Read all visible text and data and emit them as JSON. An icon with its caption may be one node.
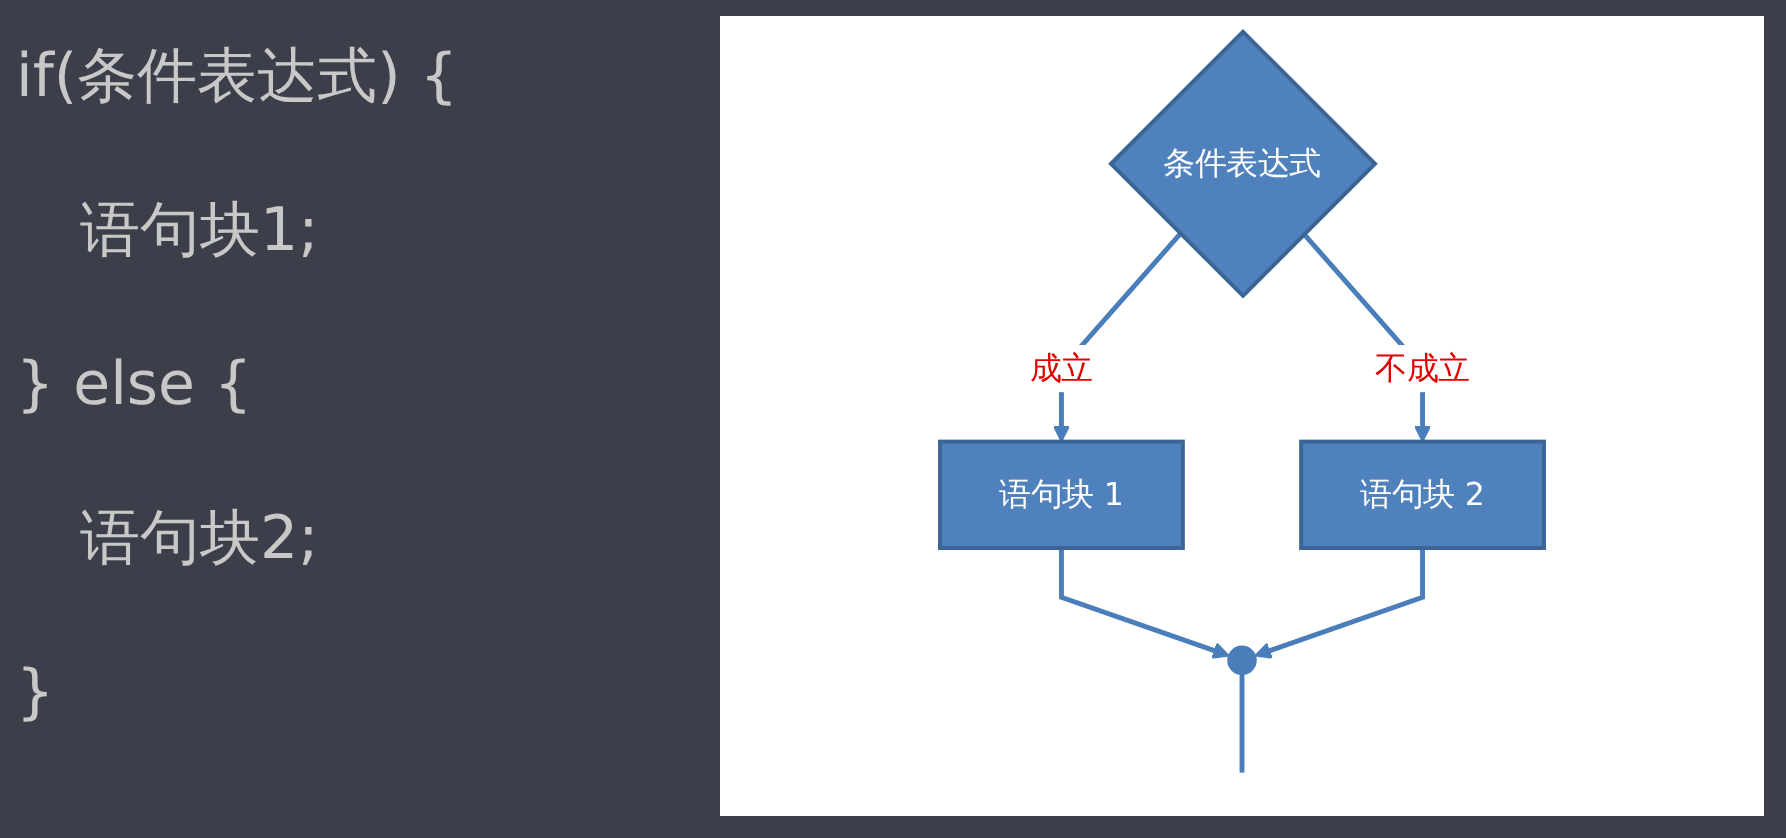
{
  "diagram": {
    "nodes": [
      {
        "text": [
          "条件表达式"
        ]
      },
      {
        "text": [
          "语句块 1"
        ]
      },
      {
        "text": [
          "语句块 2"
        ]
      },
      {
        "text": [],
        "shape": "circle"
      }
    ],
    "edges": [
      {
        "from": 0,
        "to": 1,
        "label": "成立",
        "arrow": "to"
      },
      {
        "from": 0,
        "to": 2,
        "label": "不成立",
        "arrow": "to"
      },
      {
        "from": 1,
        "to": 3,
        "arrow": "to"
      },
      {
        "from": 2,
        "to": 3,
        "arrow": "to"
      },
      {
        "from": 3,
        "to": null,
        "arrow": "none"
      }
    ],
    "labels": [
      "if(条件表达式) {",
      "语句块1;",
      "} else {",
      "语句块2;",
      "}"
    ]
  }
}
